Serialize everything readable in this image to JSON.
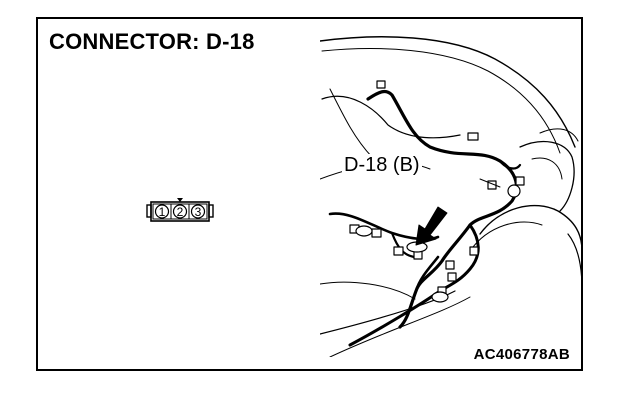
{
  "title": "CONNECTOR: D-18",
  "callout_label": "D-18 (B)",
  "part_id": "AC406778AB",
  "connector": {
    "pins": [
      "1",
      "2",
      "3"
    ],
    "pin_order_note": ""
  },
  "icons": {
    "connector_face": "connector-face-icon",
    "vehicle_drawing": "vehicle-rear-drawing",
    "pointer": "arrow-down-left-icon"
  },
  "colors": {
    "ink": "#000000",
    "paper": "#ffffff"
  }
}
